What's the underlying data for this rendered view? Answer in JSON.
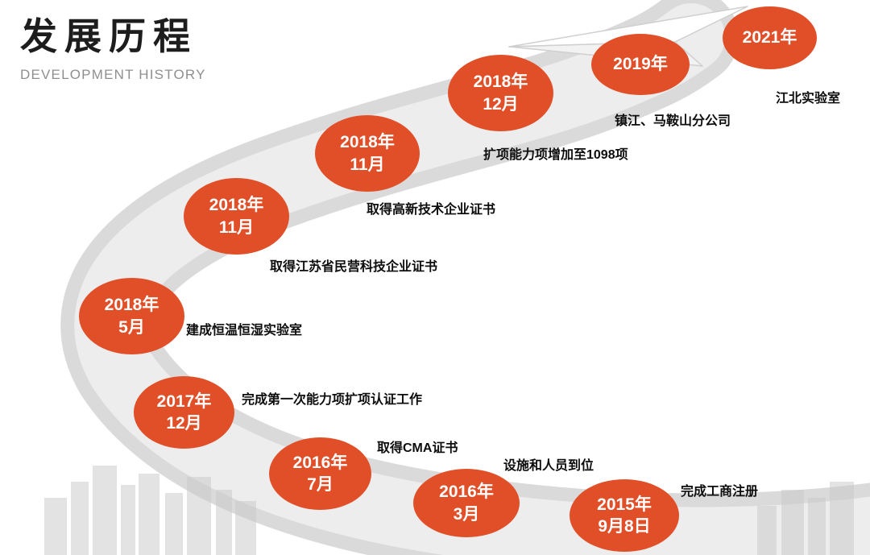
{
  "header": {
    "title": "发展历程",
    "subtitle": "DEVELOPMENT HISTORY"
  },
  "colors": {
    "bubble": "#e14f28",
    "bubble-text": "#ffffff",
    "title": "#1d1d1d",
    "subtitle": "#8f8f8f",
    "label": "#0d0d0d",
    "road-edge": "#dadada",
    "road-center": "#ededed",
    "skyline": "#c9c9c9"
  },
  "milestones": [
    {
      "line1": "2015年",
      "line2": "9月8日",
      "label": "完成工商注册"
    },
    {
      "line1": "2016年",
      "line2": "3月",
      "label": "设施和人员到位"
    },
    {
      "line1": "2016年",
      "line2": "7月",
      "label": "取得CMA证书"
    },
    {
      "line1": "2017年",
      "line2": "12月",
      "label": "完成第一次能力项扩项认证工作"
    },
    {
      "line1": "2018年",
      "line2": "5月",
      "label": "建成恒温恒湿实验室"
    },
    {
      "line1": "2018年",
      "line2": "11月",
      "label": "取得江苏省民营科技企业证书"
    },
    {
      "line1": "2018年",
      "line2": "11月",
      "label": "取得高新技术企业证书"
    },
    {
      "line1": "2018年",
      "line2": "12月",
      "label": "扩项能力项增加至1098项"
    },
    {
      "line1": "2019年",
      "label": "镇江、马鞍山分公司"
    },
    {
      "line1": "2021年",
      "label": "江北实验室"
    }
  ]
}
